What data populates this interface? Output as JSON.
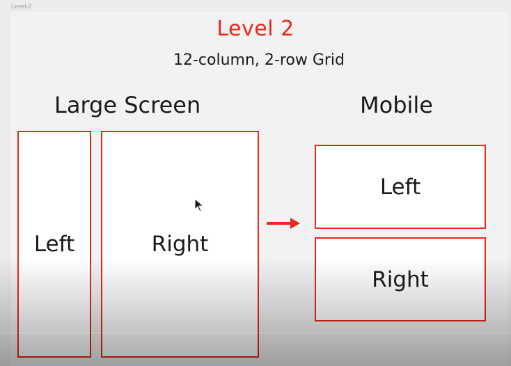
{
  "frame_label": "Level-2",
  "title": "Level 2",
  "subtitle": "12-column, 2-row Grid",
  "large_screen": {
    "heading": "Large Screen",
    "left_label": "Left",
    "right_label": "Right"
  },
  "mobile": {
    "heading": "Mobile",
    "left_label": "Left",
    "right_label": "Right"
  },
  "icons": {
    "arrow": "arrow-right-icon",
    "cursor": "mouse-cursor-icon"
  },
  "colors": {
    "accent": "#e8281c",
    "text": "#1a1a1a",
    "background": "#f2f2f2"
  }
}
